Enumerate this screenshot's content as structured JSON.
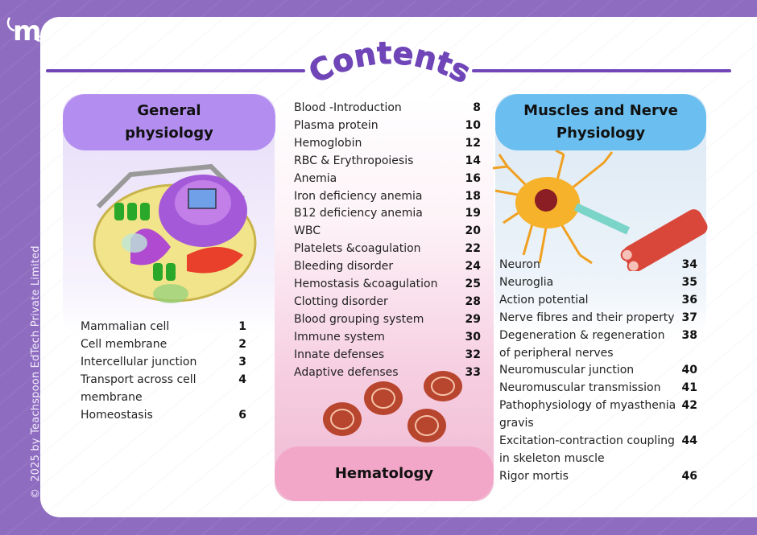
{
  "page": {
    "title": "Contents",
    "copyright": "2025 by Teachspoon EdTech Private Limited",
    "copyright_symbol": "©",
    "logo_letter": "m",
    "colors": {
      "frame": "#8e6cc0",
      "title": "#6f45b8",
      "general_header": "#b38ef0",
      "muscle_header": "#6bbff0",
      "hema_header": "#f2a7c8"
    }
  },
  "sections": {
    "general": {
      "heading": "General physiology",
      "heading_line1": "General",
      "heading_line2": "physiology",
      "items": [
        {
          "label": "Mammalian  cell",
          "page": "1"
        },
        {
          "label": "Cell membrane",
          "page": "2"
        },
        {
          "label": "Intercellular junction",
          "page": "3"
        },
        {
          "label": "Transport across cell membrane",
          "page": "4"
        },
        {
          "label": "Homeostasis",
          "page": "6"
        }
      ]
    },
    "hematology": {
      "heading": "Hematology",
      "items": [
        {
          "label": "Blood -Introduction",
          "page": "8"
        },
        {
          "label": "Plasma protein",
          "page": "10"
        },
        {
          "label": "Hemoglobin",
          "page": "12"
        },
        {
          "label": "RBC & Erythropoiesis",
          "page": "14"
        },
        {
          "label": "Anemia",
          "page": "16"
        },
        {
          "label": "Iron deficiency anemia",
          "page": "18"
        },
        {
          "label": "B12 deficiency anemia",
          "page": "19"
        },
        {
          "label": "WBC",
          "page": "20"
        },
        {
          "label": "Platelets &coagulation",
          "page": "22"
        },
        {
          "label": "Bleeding disorder",
          "page": "24"
        },
        {
          "label": "Hemostasis &coagulation",
          "page": "25"
        },
        {
          "label": "Clotting disorder",
          "page": "28"
        },
        {
          "label": "Blood grouping system",
          "page": "29"
        },
        {
          "label": "Immune system",
          "page": "30"
        },
        {
          "label": "Innate defenses",
          "page": "32"
        },
        {
          "label": "Adaptive defenses",
          "page": "33"
        }
      ]
    },
    "muscle": {
      "heading": "Muscles and Nerve Physiology",
      "heading_line1": "Muscles and Nerve",
      "heading_line2": "Physiology",
      "items": [
        {
          "label": "Neuron",
          "page": "34"
        },
        {
          "label": "Neuroglia",
          "page": "35"
        },
        {
          "label": "Action potential",
          "page": "36"
        },
        {
          "label": "Nerve fibres and their property",
          "page": "37"
        },
        {
          "label": "Degeneration & regeneration of peripheral nerves",
          "page": "38"
        },
        {
          "label": "Neuromuscular junction",
          "page": "40"
        },
        {
          "label": "Neuromuscular transmission",
          "page": "41"
        },
        {
          "label": "Pathophysiology of myasthenia gravis",
          "page": "42"
        },
        {
          "label": "Excitation-contraction coupling in skeleton muscle",
          "page": "44"
        },
        {
          "label": "Rigor mortis",
          "page": "46"
        }
      ]
    }
  }
}
